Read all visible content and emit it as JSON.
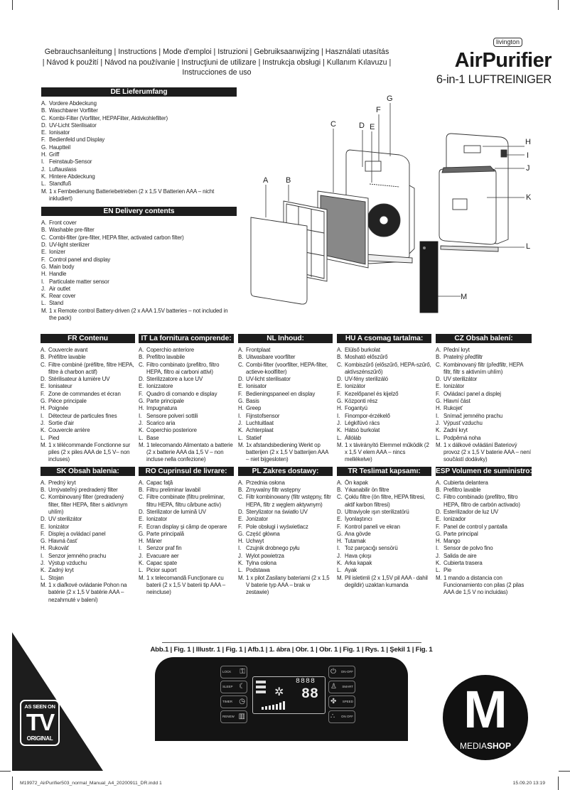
{
  "header": {
    "line1": "Gebrauchsanleitung | Instructions | Mode d'emploi | Istruzioni | Gebruiksaanwijzing | Használati utasítás",
    "line2": "| Návod k použití | Návod na používanie | Instrucţiuni de utilizare | Instrukcja obsługi | Kullanım Kılavuzu |",
    "line3": "Instrucciones de uso"
  },
  "brand": {
    "logo": "livington",
    "title": "AirPurifier",
    "subtitle": "6-in-1 LUFTREINIGER"
  },
  "sections": {
    "de": {
      "title": "DE Lieferumfang",
      "items": [
        [
          "A.",
          "Vordere Abdeckung"
        ],
        [
          "B.",
          "Waschbarer Vorfilter"
        ],
        [
          "C.",
          "Kombi-Filter (Vorfilter, HEPAFilter, Aktivkohlefilter)"
        ],
        [
          "D.",
          "UV-Licht Sterilisator"
        ],
        [
          "E.",
          "Ionisator"
        ],
        [
          "F.",
          "Bedienfeld und Display"
        ],
        [
          "G.",
          "Hauptteil"
        ],
        [
          "H.",
          "Griff"
        ],
        [
          "I.",
          "Feinstaub-Sensor"
        ],
        [
          "J.",
          "Luftauslass"
        ],
        [
          "K.",
          "Hintere Abdeckung"
        ],
        [
          "L.",
          "Standfuß"
        ],
        [
          "M.",
          "1 x Fernbedienung Batteriebetrieben (2 x 1,5 V Batterien AAA – nicht inkludiert)"
        ]
      ]
    },
    "en": {
      "title": "EN Delivery contents",
      "items": [
        [
          "A.",
          "Front cover"
        ],
        [
          "B.",
          "Washable pre-filter"
        ],
        [
          "C.",
          "Combi-filter (pre-filter, HEPA filter, activated carbon filter)"
        ],
        [
          "D.",
          "UV-light sterilizer"
        ],
        [
          "E.",
          "Ionizer"
        ],
        [
          "F.",
          "Control panel and display"
        ],
        [
          "G.",
          "Main body"
        ],
        [
          "H.",
          "Handle"
        ],
        [
          "I.",
          "Particulate matter sensor"
        ],
        [
          "J.",
          "Air outlet"
        ],
        [
          "K.",
          "Rear cover"
        ],
        [
          "L.",
          "Stand"
        ],
        [
          "M.",
          "1 x Remote control Battery-driven (2 x AAA 1.5V batteries – not included in the pack)"
        ]
      ]
    },
    "fr": {
      "title": "FR Contenu",
      "items": [
        [
          "A.",
          "Couvercle avant"
        ],
        [
          "B.",
          "Préfiltre lavable"
        ],
        [
          "C.",
          "Filtre combiné (préfiltre, filtre HEPA, filtre à charbon actif)"
        ],
        [
          "D.",
          "Stérilisateur à lumière UV"
        ],
        [
          "E.",
          "Ionisateur"
        ],
        [
          "F.",
          "Zone de commandes et écran"
        ],
        [
          "G.",
          "Pièce principale"
        ],
        [
          "H.",
          "Poignée"
        ],
        [
          "I.",
          "Détecteur de particules fines"
        ],
        [
          "J.",
          "Sortie d'air"
        ],
        [
          "K.",
          "Couvercle arrière"
        ],
        [
          "L.",
          "Pied"
        ],
        [
          "M.",
          "1 x télécommande Fonctionne sur piles (2 x piles AAA de 1,5 V– non incluses)"
        ]
      ]
    },
    "it": {
      "title": "IT La fornitura comprende:",
      "items": [
        [
          "A.",
          "Coperchio anteriore"
        ],
        [
          "B.",
          "Prefiltro lavabile"
        ],
        [
          "C.",
          "Filtro combinato (prefiltro, filtro HEPA, filtro ai carboni attivi)"
        ],
        [
          "D.",
          "Sterilizzatore a luce UV"
        ],
        [
          "E.",
          "Ionizzatore"
        ],
        [
          "F.",
          "Quadro di comando e display"
        ],
        [
          "G.",
          "Parte principale"
        ],
        [
          "H.",
          "Impugnatura"
        ],
        [
          "I.",
          "Sensore polveri sottili"
        ],
        [
          "J.",
          "Scarico aria"
        ],
        [
          "K.",
          "Coperchio posteriore"
        ],
        [
          "L.",
          "Base"
        ],
        [
          "M.",
          "1 telecomando Alimentato a batterie (2 x batterie AAA da 1,5 V – non incluse nella confezione)"
        ]
      ]
    },
    "nl": {
      "title": "NL Inhoud:",
      "items": [
        [
          "A.",
          "Frontplaat"
        ],
        [
          "B.",
          "Uitwasbare voorfilter"
        ],
        [
          "C.",
          "Combi-filter (voorfilter, HEPA-filter, actieve-koolfilter)"
        ],
        [
          "D.",
          "UV-licht sterilisator"
        ],
        [
          "E.",
          "Ionisator"
        ],
        [
          "F.",
          "Bedieningspaneel en display"
        ],
        [
          "G.",
          "Basis"
        ],
        [
          "H.",
          "Greep"
        ],
        [
          "I.",
          "Fijnstofsensor"
        ],
        [
          "J.",
          "Luchtuitlaat"
        ],
        [
          "K.",
          "Achterplaat"
        ],
        [
          "L.",
          "Statief"
        ],
        [
          "M.",
          "1x afstandsbediening Werkt op batterijen (2 x 1,5 V batterijen AAA – niet bijgesloten)"
        ]
      ]
    },
    "hu": {
      "title": "HU A csomag tartalma:",
      "items": [
        [
          "A.",
          "Elülső burkolat"
        ],
        [
          "B.",
          "Mosható előszűrő"
        ],
        [
          "C.",
          "Kombiszűrő (előszűrő, HEPA-szűrő, aktívszénszűrő)"
        ],
        [
          "D.",
          "UV-fény sterilizáló"
        ],
        [
          "E.",
          "Ionizátor"
        ],
        [
          "F.",
          "Kezelőpanel és kijelző"
        ],
        [
          "G.",
          "Központi rész"
        ],
        [
          "H.",
          "Fogantyú"
        ],
        [
          "I.",
          "Finompor-érzékelő"
        ],
        [
          "J.",
          "Légkifúvó rács"
        ],
        [
          "K.",
          "Hátsó burkolat"
        ],
        [
          "L.",
          "Állóláb"
        ],
        [
          "M.",
          "1 x távirányító Elemmel működik (2 x 1,5 V elem AAA – nincs mellékelve)"
        ]
      ]
    },
    "cz": {
      "title": "CZ Obsah balení:",
      "items": [
        [
          "A.",
          "Přední kryt"
        ],
        [
          "B.",
          "Pratelný předfiltr"
        ],
        [
          "C.",
          "Kombinovaný filtr (předfiltr, HEPA filtr, filtr s aktivním uhlím)"
        ],
        [
          "D.",
          "UV sterilizátor"
        ],
        [
          "E.",
          "Ionizátor"
        ],
        [
          "F.",
          "Ovládací panel a displej"
        ],
        [
          "G.",
          "Hlavní část"
        ],
        [
          "H.",
          "Rukojeť"
        ],
        [
          "I.",
          "Snímač jemného prachu"
        ],
        [
          "J.",
          "Výpusť vzduchu"
        ],
        [
          "K.",
          "Zadní kryt"
        ],
        [
          "L.",
          "Podpěrná noha"
        ],
        [
          "M.",
          "1 x dálkové ovládání Bateriový provoz (2 x 1,5 V baterie AAA – není součástí dodávky)"
        ]
      ]
    },
    "sk": {
      "title": "SK Obsah balenia:",
      "items": [
        [
          "A.",
          "Predný kryt"
        ],
        [
          "B.",
          "Umývateľný predradený filter"
        ],
        [
          "C.",
          "Kombinovaný filter (predradený filter, filter HEPA, filter s aktívnym uhlím)"
        ],
        [
          "D.",
          "UV sterilizátor"
        ],
        [
          "E.",
          "Ionizátor"
        ],
        [
          "F.",
          "Displej a ovládací panel"
        ],
        [
          "G.",
          "Hlavná časť"
        ],
        [
          "H.",
          "Rukoväť"
        ],
        [
          "I.",
          "Senzor jemného prachu"
        ],
        [
          "J.",
          "Výstup vzduchu"
        ],
        [
          "K.",
          "Zadný kryt"
        ],
        [
          "L.",
          "Stojan"
        ],
        [
          "M.",
          "1 x diaľkové ovládanie Pohon na batérie (2 x 1,5 V batérie AAA – nezahrnuté v balení)"
        ]
      ]
    },
    "ro": {
      "title": "RO Cuprinsul de livrare:",
      "items": [
        [
          "A.",
          "Capac faţă"
        ],
        [
          "B.",
          "Filtru preliminar lavabil"
        ],
        [
          "C.",
          "Filtre combinate (filtru preliminar, filtru HEPA, filtru cărbune activ)"
        ],
        [
          "D.",
          "Sterilizator de lumină UV"
        ],
        [
          "E.",
          "Ionizator"
        ],
        [
          "F.",
          "Ecran display şi câmp de operare"
        ],
        [
          "G.",
          "Parte principală"
        ],
        [
          "H.",
          "Mâner"
        ],
        [
          "I.",
          "Senzor praf fin"
        ],
        [
          "J.",
          "Evacuare aer"
        ],
        [
          "K.",
          "Capac spate"
        ],
        [
          "L.",
          "Picior suport"
        ],
        [
          "M.",
          "1 x telecomandă Funcţionare cu baterii (2 x 1,5 V baterii tip AAA – neincluse)"
        ]
      ]
    },
    "pl": {
      "title": "PL Zakres dostawy:",
      "items": [
        [
          "A.",
          "Przednia osłona"
        ],
        [
          "B.",
          "Zmywalny filtr wstępny"
        ],
        [
          "C.",
          "Filtr kombinowany (filtr wstępny, filtr HEPA, filtr z węglem aktywnym)"
        ],
        [
          "D.",
          "Sterylizator na światło UV"
        ],
        [
          "E.",
          "Jonizator"
        ],
        [
          "F.",
          "Pole obsługi i wyświetlacz"
        ],
        [
          "G.",
          "Część główna"
        ],
        [
          "H.",
          "Uchwyt"
        ],
        [
          "I.",
          "Czujnik drobnego pyłu"
        ],
        [
          "J.",
          "Wylot powietrza"
        ],
        [
          "K.",
          "Tylna osłona"
        ],
        [
          "L.",
          "Podstawa"
        ],
        [
          "M.",
          "1 x pilot Zasilany bateriami (2 x 1,5 V baterie typ AAA – brak w zestawie)"
        ]
      ]
    },
    "tr": {
      "title": "TR Teslimat kapsamı:",
      "items": [
        [
          "A.",
          "Ön kapak"
        ],
        [
          "B.",
          "Yıkanabilir ön filtre"
        ],
        [
          "C.",
          "Çoklu filtre (ön filtre, HEPA filtresi, aktif karbon filtresi)"
        ],
        [
          "D.",
          "Ultraviyole ışın sterilizatörü"
        ],
        [
          "E.",
          "İyonlaştırıcı"
        ],
        [
          "F.",
          "Kontrol paneli ve ekran"
        ],
        [
          "G.",
          "Ana gövde"
        ],
        [
          "H.",
          "Tutamak"
        ],
        [
          "I.",
          "Toz parçacığı sensörü"
        ],
        [
          "J.",
          "Hava çıkışı"
        ],
        [
          "K.",
          "Arka kapak"
        ],
        [
          "L.",
          "Ayak"
        ],
        [
          "M.",
          "Pil isletimli (2 x 1,5V pil AAA - dahil degildir) uzaktan kumanda"
        ]
      ]
    },
    "es": {
      "title": "ESP Volumen de suministro:",
      "items": [
        [
          "A.",
          "Cubierta delantera"
        ],
        [
          "B.",
          "Prefiltro lavable"
        ],
        [
          "C.",
          "Filtro combinado (prefiltro, filtro HEPA, filtro de carbón activado)"
        ],
        [
          "D.",
          "Esterilizador de luz UV"
        ],
        [
          "E.",
          "Ionizador"
        ],
        [
          "F.",
          "Panel de control y pantalla"
        ],
        [
          "G.",
          "Parte principal"
        ],
        [
          "H.",
          "Mango"
        ],
        [
          "I.",
          "Sensor de polvo fino"
        ],
        [
          "J.",
          "Salida de aire"
        ],
        [
          "K.",
          "Cubierta trasera"
        ],
        [
          "L.",
          "Pie"
        ],
        [
          "M.",
          "1 mando a distancia con Funcionamiento con pilas (2 pilas AAA de 1,5 V no incluidas)"
        ]
      ]
    }
  },
  "figure_labels": [
    "A",
    "B",
    "C",
    "D",
    "E",
    "F",
    "G",
    "H",
    "I",
    "J",
    "K",
    "L",
    "M"
  ],
  "figure_caption": "Abb.1 | Fig. 1 | Illustr. 1 | Fig. 1 | Afb.1 | 1. ábra | Obr. 1 | Obr. 1 | Fig. 1 | Rys. 1 | Şekil 1 | Fig. 1",
  "control_panel": {
    "left_buttons": [
      {
        "label": "LOCK",
        "icon": "lock-icon"
      },
      {
        "label": "SLEEP",
        "icon": "moon-icon"
      },
      {
        "label": "TIMER",
        "icon": "clock-icon"
      },
      {
        "label": "RENEW",
        "icon": "filter-icon"
      }
    ],
    "right_buttons": [
      {
        "label": "ON-OFF",
        "icon": "power-icon"
      },
      {
        "label": "SMART",
        "icon": "person-icon"
      },
      {
        "label": "SPEED",
        "icon": "fan-icon"
      },
      {
        "label": "ON OFF",
        "icon": "ion-icon"
      }
    ],
    "display_digits_top": "8888",
    "display_digits_big": "88"
  },
  "badges": {
    "tv": [
      "AS SEEN ON",
      "TV",
      "ORIGINAL"
    ],
    "mediashop": [
      "M",
      "MEDIA",
      "SHOP"
    ]
  },
  "footer": {
    "file": "M19972_AirPurifier503_normal_Manual_A4_20200911_DR.indd   1",
    "date": "15.09.20   13:19"
  },
  "colors": {
    "bar": "#1d1d1d",
    "panel": "#141414",
    "text": "#222222"
  }
}
